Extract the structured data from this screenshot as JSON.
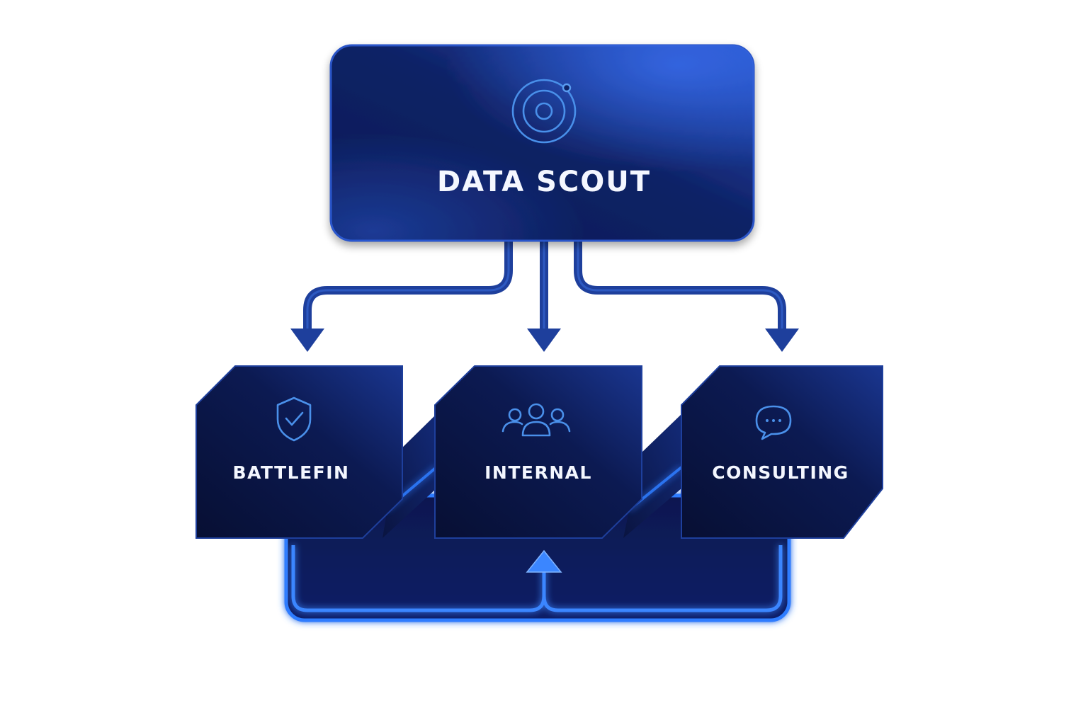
{
  "top_node": {
    "label": "DATA SCOUT",
    "icon": "target-orbit-icon"
  },
  "cards": [
    {
      "label": "BATTLEFIN",
      "icon": "shield-check-icon"
    },
    {
      "label": "INTERNAL",
      "icon": "users-group-icon"
    },
    {
      "label": "CONSULTING",
      "icon": "chat-bubble-icon"
    }
  ],
  "colors": {
    "node_dark": "#0a1540",
    "node_mid": "#132a78",
    "node_bright": "#2a55c8",
    "connector": "#1e3f9c",
    "glow": "#2f7bff",
    "icon": "#4a90ea",
    "text": "#f4f7ff"
  }
}
